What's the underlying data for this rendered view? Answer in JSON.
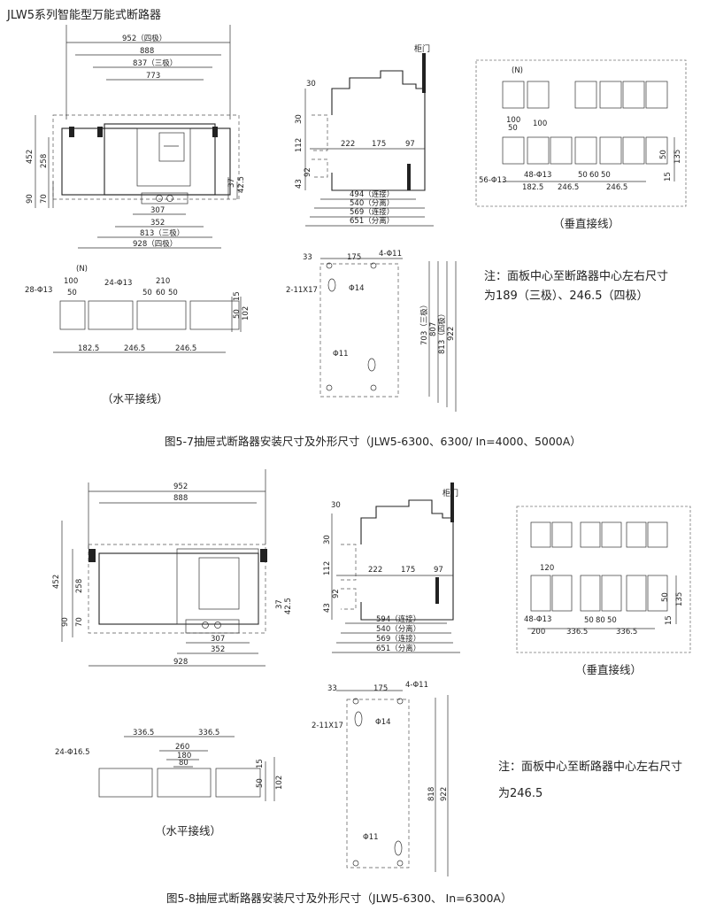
{
  "page_title": "JLW5系列智能型万能式断路器",
  "figure7": {
    "caption": "图5-7抽屉式断路器安装尺寸及外形尺寸（JLW5-6300、6300/ In=4000、5000A）",
    "front": {
      "dim_952": "952（四极）",
      "dim_888": "888",
      "dim_837": "837（三极）",
      "dim_773": "773",
      "dim_452": "452",
      "dim_258": "258",
      "dim_90": "90",
      "dim_70": "70",
      "dim_37": "37",
      "dim_42_5": "42.5",
      "dim_307": "307",
      "dim_352": "352",
      "dim_813": "813（三极）",
      "dim_928": "928（四极）"
    },
    "side": {
      "cabinet_door": "柜门",
      "dim_30a": "30",
      "dim_30b": "30",
      "dim_112": "112",
      "dim_43": "43",
      "dim_92": "92",
      "dim_222": "222",
      "dim_175": "175",
      "dim_97": "97",
      "dim_494": "494（连接）",
      "dim_540": "540（分离）",
      "dim_569": "569（连接）",
      "dim_651": "651（分离）"
    },
    "vertical": {
      "n_label": "(N)",
      "dim_100": "100",
      "dim_50": "50",
      "dim_100b": "100",
      "hole_56": "56-Φ13",
      "hole_48": "48-Φ13",
      "dim_182_5": "182.5",
      "dim_246_5a": "246.5",
      "dim_246_5b": "246.5",
      "dim_50b": "50",
      "dim_60": "60",
      "dim_50c": "50",
      "dim_50d": "50",
      "dim_135": "135",
      "dim_15": "15",
      "label": "（垂直接线）"
    },
    "mounting": {
      "dim_33": "33",
      "dim_175": "175",
      "hole_4": "4-Φ11",
      "slot": "2-11X17",
      "phi14": "Φ14",
      "phi11": "Φ11",
      "dim_703": "703（三极）",
      "dim_807": "807",
      "dim_813": "813（四极）",
      "dim_922": "922"
    },
    "horizontal": {
      "n_label": "(N)",
      "hole_28": "28-Φ13",
      "dim_100": "100",
      "dim_50": "50",
      "hole_24": "24-Φ13",
      "dim_210": "210",
      "dim_50a": "50",
      "dim_60": "60",
      "dim_50b": "50",
      "dim_15": "15",
      "dim_50c": "50",
      "dim_102": "102",
      "dim_182_5": "182.5",
      "dim_246_5a": "246.5",
      "dim_246_5b": "246.5",
      "label": "（水平接线）"
    },
    "note_line1": "注：面板中心至断路器中心左右尺寸",
    "note_line2": "为189（三极）、246.5（四极）"
  },
  "figure8": {
    "caption": "图5-8抽屉式断路器安装尺寸及外形尺寸（JLW5-6300、 In=6300A）",
    "front": {
      "dim_952": "952",
      "dim_888": "888",
      "dim_452": "452",
      "dim_258": "258",
      "dim_90": "90",
      "dim_70": "70",
      "dim_37": "37",
      "dim_42_5": "42.5",
      "dim_307": "307",
      "dim_352": "352",
      "dim_928": "928"
    },
    "side": {
      "cabinet_door": "柜门",
      "dim_30a": "30",
      "dim_30b": "30",
      "dim_112": "112",
      "dim_43": "43",
      "dim_92": "92",
      "dim_222": "222",
      "dim_175": "175",
      "dim_97": "97",
      "dim_594": "594（连接）",
      "dim_540": "540（分离）",
      "dim_569": "569（连接）",
      "dim_651": "651（分离）"
    },
    "vertical": {
      "dim_120": "120",
      "hole_48": "48-Φ13",
      "dim_200": "200",
      "dim_336_5a": "336.5",
      "dim_336_5b": "336.5",
      "dim_50a": "50",
      "dim_80": "80",
      "dim_50b": "50",
      "dim_50c": "50",
      "dim_135": "135",
      "dim_15": "15",
      "label": "（垂直接线）"
    },
    "mounting": {
      "dim_33": "33",
      "dim_175": "175",
      "hole_4": "4-Φ11",
      "slot": "2-11X17",
      "phi14": "Φ14",
      "phi11": "Φ11",
      "dim_818": "818",
      "dim_922": "922"
    },
    "horizontal": {
      "dim_336_5a": "336.5",
      "dim_336_5b": "336.5",
      "dim_260": "260",
      "dim_180": "180",
      "dim_80": "80",
      "hole_24": "24-Φ16.5",
      "dim_15": "15",
      "dim_50": "50",
      "dim_102": "102",
      "label": "（水平接线）"
    },
    "note_line1": "注：面板中心至断路器中心左右尺寸",
    "note_line2": "为246.5"
  }
}
